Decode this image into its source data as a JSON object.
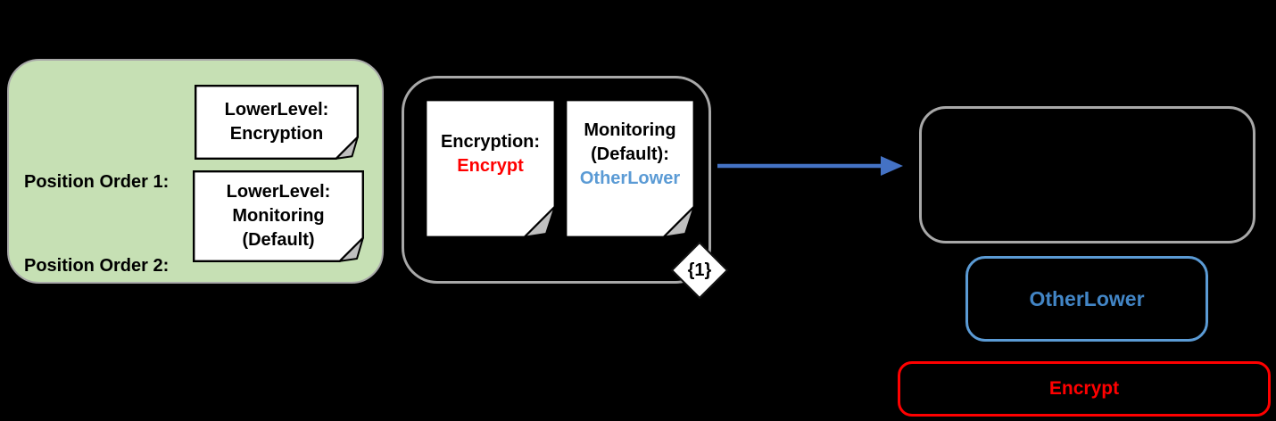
{
  "colors": {
    "background": "#000000",
    "legend_panel_fill": "#c6e0b4",
    "panel_border_gray": "#a8a8a8",
    "note_fill": "#ffffff",
    "note_fold_gray": "#bfbfbf",
    "accent_red": "#ff0000",
    "accent_blue_light": "#5b9bd5",
    "accent_blue_box_text": "#4285c5",
    "arrow_blue": "#4472c4"
  },
  "left_panel": {
    "rows": [
      {
        "label": "Position Order 1:",
        "note": {
          "lines": [
            "LowerLevel:",
            "Encryption"
          ]
        }
      },
      {
        "label": "Position Order 2:",
        "note": {
          "lines": [
            "LowerLevel:",
            "Monitoring",
            "(Default)"
          ]
        }
      }
    ]
  },
  "middle_panel": {
    "notes": [
      {
        "lines": [
          "Encryption:",
          "Encrypt"
        ]
      },
      {
        "lines": [
          "Monitoring",
          "(Default):",
          "OtherLower"
        ]
      }
    ],
    "badge": "{1}"
  },
  "right_side": {
    "other_lower_label": "OtherLower",
    "encrypt_label": "Encrypt"
  }
}
